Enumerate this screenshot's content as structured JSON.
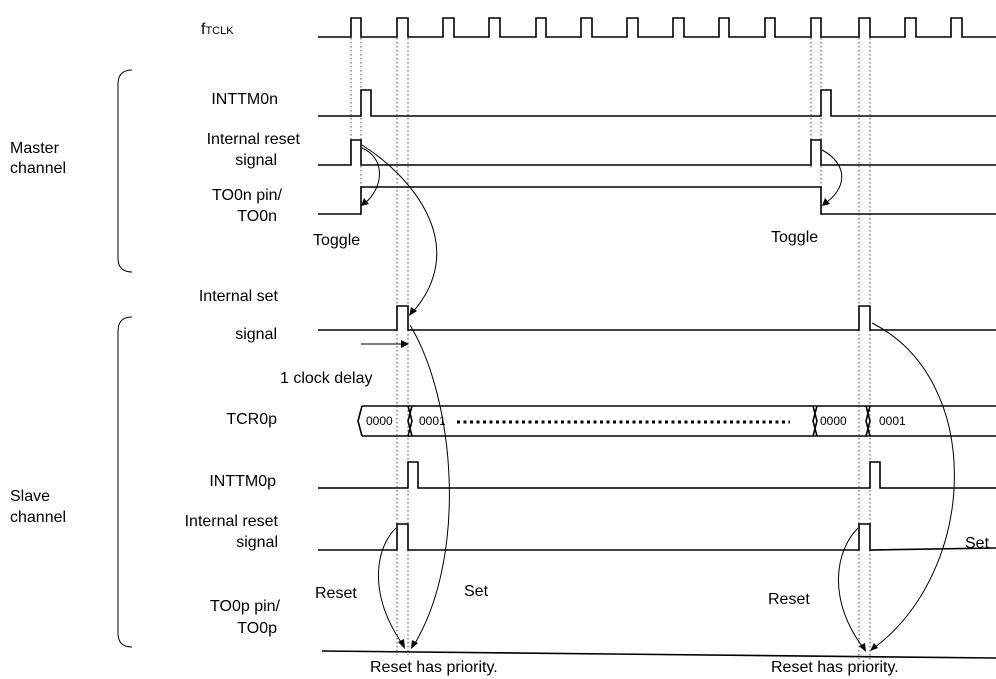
{
  "signals": {
    "ftclk": {
      "main": "f",
      "sub": "TCLK"
    },
    "inttm0n": "INTTM0n",
    "master_reset": [
      "Internal reset",
      "signal"
    ],
    "to0n": [
      "TO0n pin/",
      "TO0n"
    ],
    "internal_set": [
      "Internal set",
      "signal"
    ],
    "tcr0p": "TCR0p",
    "inttm0p": "INTTM0p",
    "slave_reset": [
      "Internal reset",
      "signal"
    ],
    "to0p": [
      "TO0p pin/",
      "TO0p"
    ]
  },
  "groups": {
    "master": [
      "Master",
      "channel"
    ],
    "slave": [
      "Slave",
      "channel"
    ]
  },
  "annotations": {
    "toggle_1": "Toggle",
    "toggle_2": "Toggle",
    "clock_delay": "1 clock delay",
    "reset_1": "Reset",
    "set_1": "Set",
    "reset_2": "Reset",
    "set_edge": "Set",
    "priority_1": "Reset has priority.",
    "priority_2": "Reset has priority."
  },
  "counter_values": [
    "0000",
    "0001",
    "0000",
    "0001"
  ]
}
